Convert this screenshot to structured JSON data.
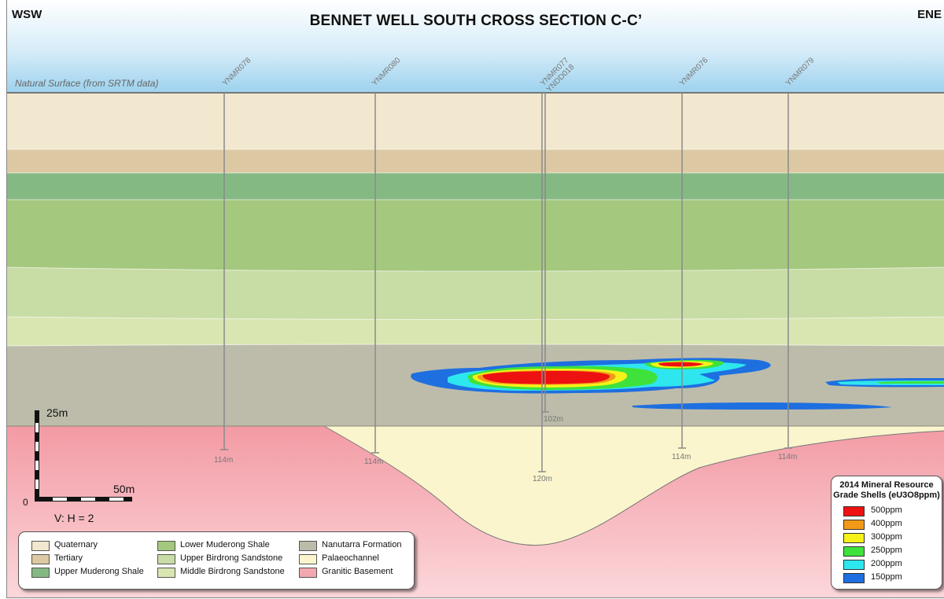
{
  "title": "BENNET WELL SOUTH CROSS SECTION C-C’",
  "direction_left": "WSW",
  "direction_right": "ENE",
  "surface_label": "Natural Surface (from SRTM data)",
  "drillholes": [
    {
      "name": "YNMR078",
      "depth": "114m"
    },
    {
      "name": "YNMR080",
      "depth": "114m"
    },
    {
      "name": "YNMR077\nYNDD018",
      "depth": "120m",
      "depth2": "102m"
    },
    {
      "name": "YNMR076",
      "depth": "114m"
    },
    {
      "name": "YNMR079",
      "depth": "114m"
    }
  ],
  "scale": {
    "vertical": "25m",
    "horizontal": "50m",
    "origin": "0",
    "ratio": "V: H = 2"
  },
  "legend": {
    "items": [
      {
        "label": "Quaternary",
        "color": "#f2e8cf"
      },
      {
        "label": "Tertiary",
        "color": "#dcc9a4"
      },
      {
        "label": "Upper Muderong Shale",
        "color": "#85b984"
      },
      {
        "label": "Lower Muderong Shale",
        "color": "#a4c87e"
      },
      {
        "label": "Upper Birdrong Sandstone",
        "color": "#c8dca5"
      },
      {
        "label": "Middle Birdrong Sandstone",
        "color": "#d9e6b2"
      },
      {
        "label": "Nanutarra Formation",
        "color": "#bdbcaa"
      },
      {
        "label": "Palaeochannel",
        "color": "#faf5cc"
      },
      {
        "label": "Granitic Basement",
        "color": "#f4a7ae"
      }
    ]
  },
  "grade_legend": {
    "title_line1": "2014  Mineral Resource",
    "title_line2": "Grade Shells (eU3O8ppm)",
    "items": [
      {
        "label": "500ppm",
        "color": "#ee1111"
      },
      {
        "label": "400ppm",
        "color": "#f29a18"
      },
      {
        "label": "300ppm",
        "color": "#f5f219"
      },
      {
        "label": "250ppm",
        "color": "#3fe23a"
      },
      {
        "label": "200ppm",
        "color": "#2ee6ee"
      },
      {
        "label": "150ppm",
        "color": "#1e6fe0"
      }
    ]
  }
}
